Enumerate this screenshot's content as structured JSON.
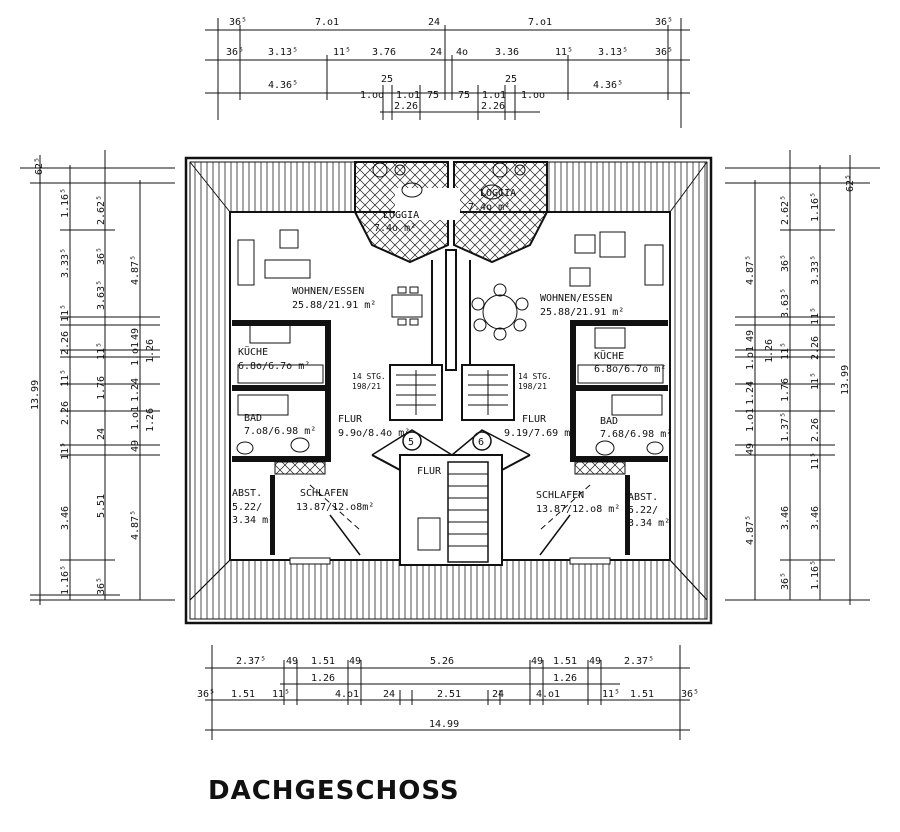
{
  "plan": {
    "title": "DACHGESCHOSS",
    "dims_top": {
      "row1": [
        "36⁵",
        "7.o1",
        "24",
        "7.o1",
        "36⁵"
      ],
      "row2": [
        "36⁵",
        "3.13⁵",
        "11⁵",
        "3.76",
        "24",
        "4o",
        "3.36",
        "11⁵",
        "3.13⁵",
        "36⁵"
      ],
      "row3": [
        "4.36⁵",
        "1.oo",
        "25",
        "1.o1",
        "75",
        "75",
        "1.o1",
        "25",
        "1.oo",
        "4.36⁵"
      ],
      "row4": [
        "2.26",
        "2.26"
      ]
    },
    "dims_bottom": {
      "row1": [
        "2.37⁵",
        "49",
        "1.51",
        "49",
        "5.26",
        "49",
        "1.51",
        "49",
        "2.37⁵"
      ],
      "row2": [
        "1.26",
        "1.26"
      ],
      "row3": [
        "36⁵",
        "1.51",
        "11⁵",
        "4.o1",
        "24",
        "2.51",
        "24",
        "4.o1",
        "11⁵",
        "1.51",
        "36⁵"
      ],
      "row4": [
        "14.99"
      ]
    },
    "dims_left": {
      "col_outer": [
        "13.99"
      ],
      "col_a": [
        "62⁵",
        "1.16⁵",
        "3.33⁵",
        "11⁵",
        "2.26",
        "11⁵",
        "2.26",
        "11⁵",
        "3.46",
        "1.16⁵"
      ],
      "col_b": [
        "2.62⁵",
        "36⁵",
        "3.63⁵",
        "11⁵",
        "1.76",
        "24",
        "5.51",
        "36⁵"
      ],
      "col_c": [
        "4.87⁵",
        "49",
        "1.o1",
        "1.24",
        "1.o1",
        "49",
        "4.87⁵"
      ],
      "col_d": [
        "1.26",
        "1.26"
      ]
    },
    "dims_right": {
      "col_outer": [
        "13.99"
      ],
      "col_a": [
        "62⁵",
        "1.16⁵",
        "3.33⁵",
        "11⁵",
        "2.26",
        "11⁵",
        "2.26",
        "11⁵",
        "3.46",
        "1.16⁵"
      ],
      "col_b": [
        "2.62⁵",
        "36⁵",
        "3.63⁵",
        "11⁵",
        "1.76",
        "1.37⁵",
        "3.46",
        "36⁵"
      ],
      "col_c": [
        "4.87⁵",
        "49",
        "1.o1",
        "1.24",
        "1.o1",
        "49",
        "4.87⁵"
      ],
      "col_d": [
        "1.26"
      ]
    },
    "rooms": {
      "loggia_left": {
        "name": "LOGGIA",
        "area": "7.4o m²"
      },
      "loggia_right": {
        "name": "LOGGIA",
        "area": "7.4o m²"
      },
      "wohnen_left": {
        "name": "WOHNEN/ESSEN",
        "area": "25.88/21.91 m²"
      },
      "wohnen_right": {
        "name": "WOHNEN/ESSEN",
        "area": "25.88/21.91 m²"
      },
      "kueche_left": {
        "name": "KÜCHE",
        "area": "6.8o/6.7o m²"
      },
      "kueche_right": {
        "name": "KÜCHE",
        "area": "6.8o/6.7o m²"
      },
      "bad_left": {
        "name": "BAD",
        "area": "7.o8/6.98 m²"
      },
      "bad_right": {
        "name": "BAD",
        "area": "7.68/6.98 m²"
      },
      "flur_left": {
        "name": "FLUR",
        "area": "9.9o/8.4o m²"
      },
      "flur_right": {
        "name": "FLUR",
        "area": "9.19/7.69 m²"
      },
      "flur_center": {
        "name": "FLUR"
      },
      "stairs_left": {
        "steps": "14 STG.",
        "ratio": "198/21"
      },
      "stairs_right": {
        "steps": "14 STG.",
        "ratio": "198/21"
      },
      "schlafen_left": {
        "name": "SCHLAFEN",
        "area": "13.87/12.o8m²"
      },
      "schlafen_right": {
        "name": "SCHLAFEN",
        "area": "13.87/12.o8 m²"
      },
      "abst_left": {
        "name": "ABST.",
        "area1": "5.22/",
        "area2": "3.34 m²"
      },
      "abst_right": {
        "name": "ABST.",
        "area1": "5.22/",
        "area2": "3.34 m²"
      }
    },
    "unit_markers": [
      "5",
      "6"
    ]
  }
}
